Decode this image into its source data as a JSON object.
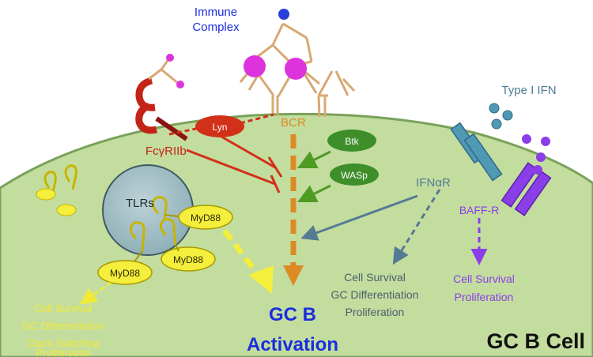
{
  "labels": {
    "immune_complex_line1": "Immune",
    "immune_complex_line2": "Complex",
    "lyn": "Lyn",
    "bcr": "BCR",
    "fcgr": "FcγRIIb",
    "btk": "Btk",
    "wasp": "WASp",
    "ifnar": "IFNαR",
    "type1_ifn": "Type I IFN",
    "baffr": "BAFF-R",
    "tlrs": "TLRs",
    "myd88_a": "MyD88",
    "myd88_b": "MyD88",
    "myd88_c": "MyD88",
    "gc_activation_line1": "GC B",
    "gc_activation_line2": "Activation",
    "cell_title": "GC B Cell"
  },
  "outcomes": {
    "tlr": [
      "Cell Survival",
      "GC Differentiation",
      "Class Switching",
      "Proliferation"
    ],
    "ifn": [
      "Cell Survival",
      "GC Differentiation",
      "Proliferation"
    ],
    "baff": [
      "Cell Survival",
      "Proliferation"
    ]
  },
  "colors": {
    "cell_fill": "#c3dd9f",
    "membrane": "#79a25a",
    "bcr_antibody": "#d8a872",
    "antigen_magenta": "#dd33dd",
    "lyn_red": "#d23018",
    "fcgr_red": "#c42418",
    "green_kinase": "#3e8e2a",
    "green_arrow": "#4f9b24",
    "blue_gray": "#557a94",
    "ifn_teal": "#4f99b5",
    "baff_purple": "#8a3ee8",
    "myd88_yellow": "#f4ee3c",
    "tlr_text_yellow": "#f2ea36",
    "gc_orange": "#dd8a24",
    "activation_blue": "#1a2ee0"
  }
}
